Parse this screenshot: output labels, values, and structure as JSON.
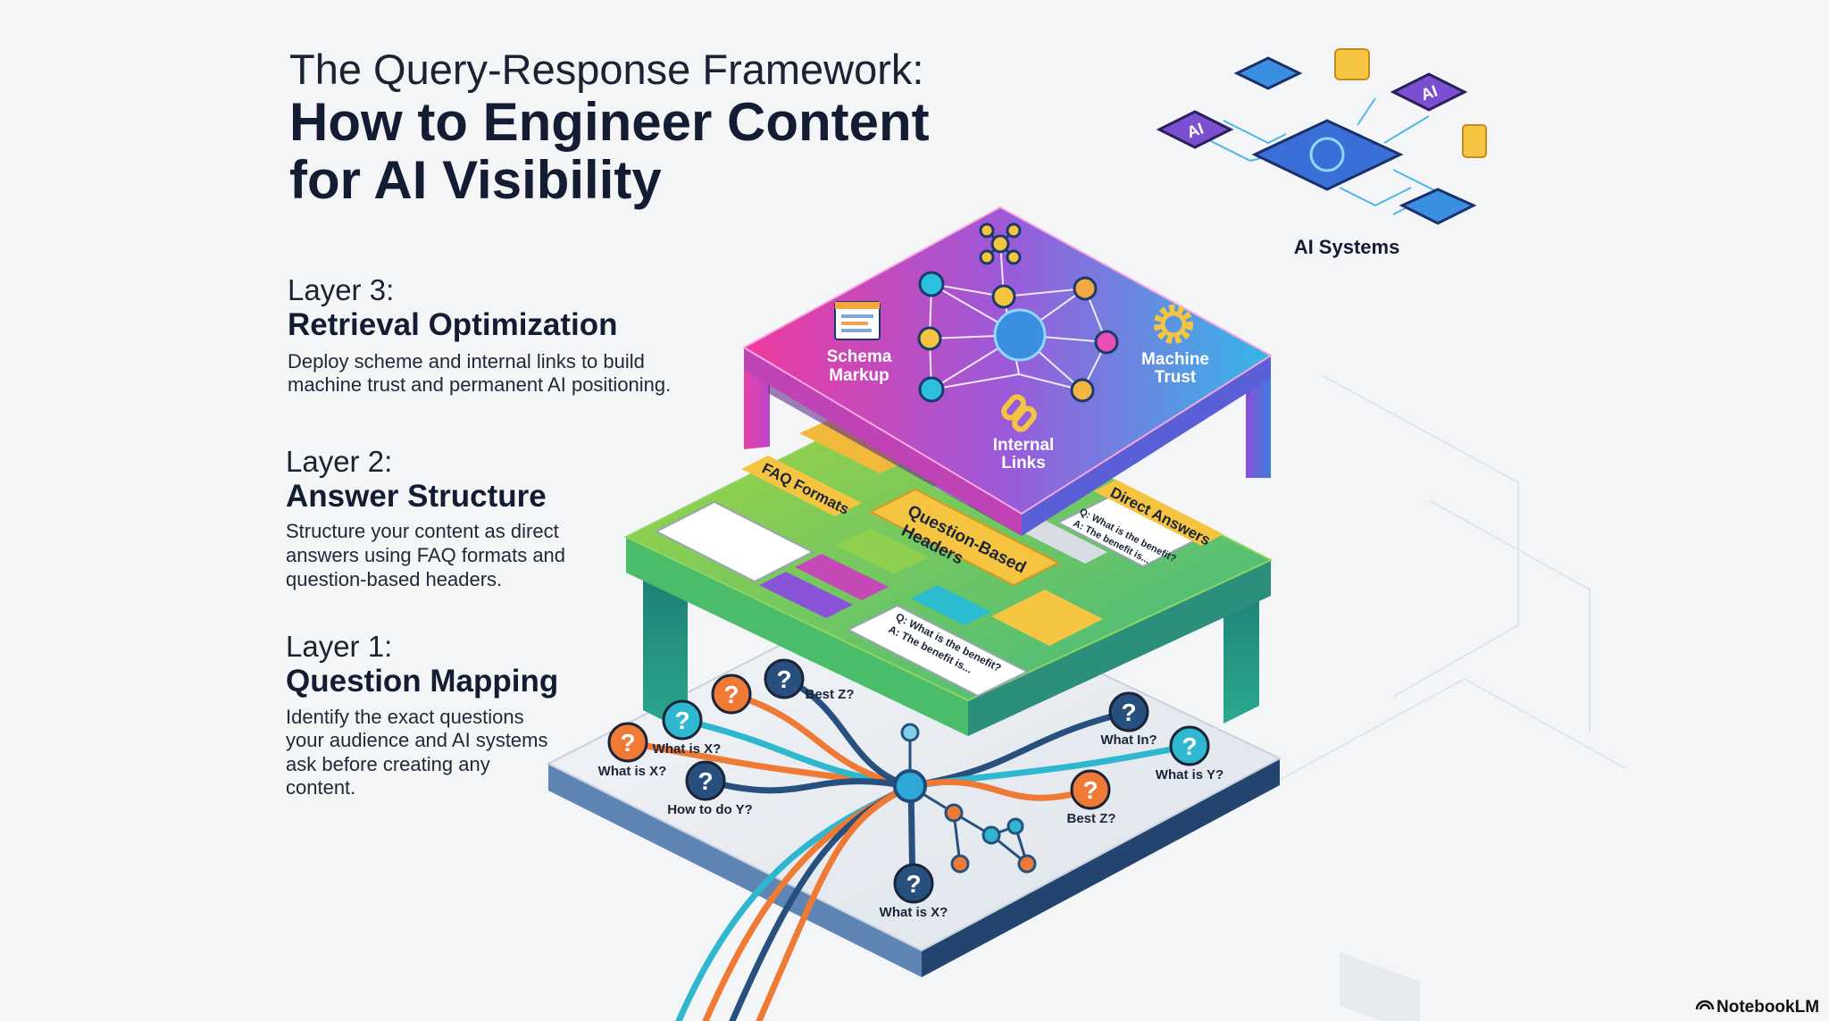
{
  "header": {
    "title_line1": "The Query-Response Framework:",
    "title_line2": "How to Engineer Content",
    "title_line3": "for AI Visibility"
  },
  "layers": [
    {
      "label": "Layer 3:",
      "name": "Retrieval Optimization",
      "description": [
        "Deploy scheme and internal links to build",
        "machine trust and permanent AI positioning."
      ]
    },
    {
      "label": "Layer 2:",
      "name": "Answer Structure",
      "description": [
        "Structure your content as direct",
        "answers using FAQ formats and",
        "question-based headers."
      ]
    },
    {
      "label": "Layer 1:",
      "name": "Question Mapping",
      "description": [
        "Identify the exact questions",
        "your audience and AI systems",
        "ask before creating any",
        "content."
      ]
    }
  ],
  "ai_systems": {
    "label": "AI Systems",
    "chip_text": "AI"
  },
  "layer3_nodes": {
    "schema": [
      "Schema",
      "Markup"
    ],
    "trust": [
      "Machine",
      "Trust"
    ],
    "links": [
      "Internal",
      "Links"
    ]
  },
  "layer2_cards": {
    "faq": "FAQ Formats",
    "qbh": [
      "Question-Based",
      "Headers"
    ],
    "direct": "Direct Answers",
    "direct_q": "Q: What is the benefit?",
    "direct_a": "A: The benefit is...",
    "card_q": "Q: What is the benefit?",
    "card_a": "A: The benefit is..."
  },
  "questions": [
    {
      "label": "What is X?",
      "color": "orange"
    },
    {
      "label": "What is X?",
      "color": "teal"
    },
    {
      "label": "",
      "color": "orange"
    },
    {
      "label": "Best Z?",
      "color": "navy"
    },
    {
      "label": "How to do Y?",
      "color": "navy"
    },
    {
      "label": "What In?",
      "color": "navy"
    },
    {
      "label": "What is Y?",
      "color": "teal"
    },
    {
      "label": "Best Z?",
      "color": "orange"
    },
    {
      "label": "What is X?",
      "color": "navy"
    }
  ],
  "colors": {
    "orange": "#ef7a35",
    "teal": "#2fb7cf",
    "navy": "#27507f",
    "magenta": "#e83fa8",
    "purple": "#8a4fd6",
    "blue": "#3aa7e6",
    "green": "#6cc64a",
    "yellow": "#f5c542"
  },
  "footer": {
    "brand": "NotebookLM"
  }
}
